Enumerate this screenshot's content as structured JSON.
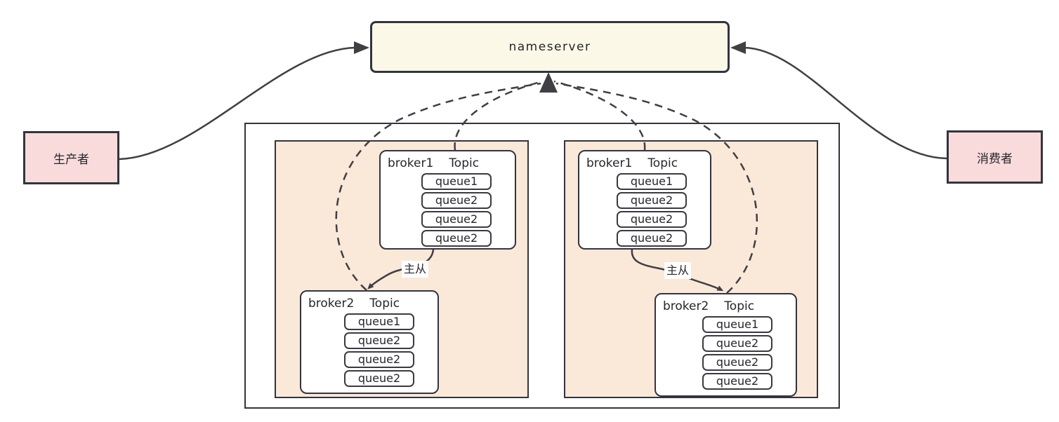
{
  "diagram": {
    "nameserver_label": "nameserver",
    "producer_label": "生产者",
    "consumer_label": "消费者",
    "clusters": [
      {
        "master_slave_label": "主从",
        "brokers": [
          {
            "name": "broker1",
            "topic_label": "Topic",
            "queues": [
              "queue1",
              "queue2",
              "queue2",
              "queue2"
            ]
          },
          {
            "name": "broker2",
            "topic_label": "Topic",
            "queues": [
              "queue1",
              "queue2",
              "queue2",
              "queue2"
            ]
          }
        ]
      },
      {
        "master_slave_label": "主从",
        "brokers": [
          {
            "name": "broker1",
            "topic_label": "Topic",
            "queues": [
              "queue1",
              "queue2",
              "queue2",
              "queue2"
            ]
          },
          {
            "name": "broker2",
            "topic_label": "Topic",
            "queues": [
              "queue1",
              "queue2",
              "queue2",
              "queue2"
            ]
          }
        ]
      }
    ],
    "colors": {
      "nameserver_fill": "#fbf8e7",
      "client_fill": "#f9dbdc",
      "cluster_fill": "#fae8d9",
      "box_border": "#34343e",
      "line": "#3f3f44"
    }
  }
}
